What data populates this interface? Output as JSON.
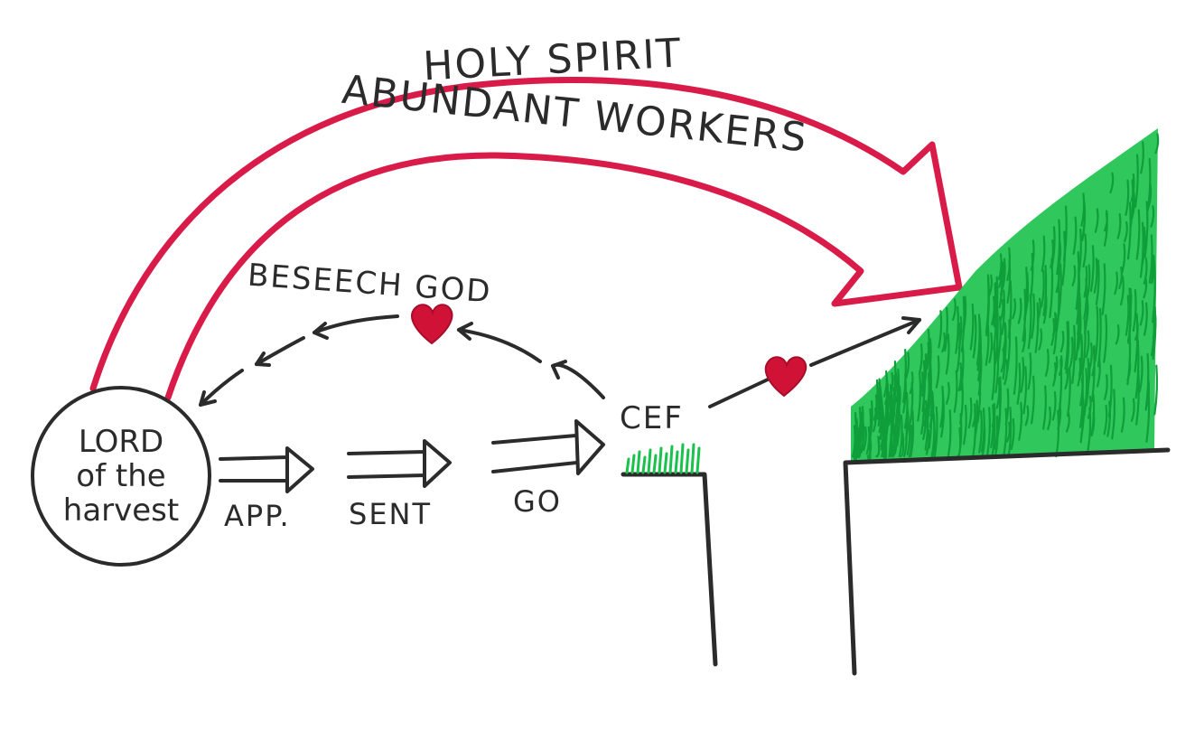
{
  "labels": {
    "holy_spirit": "HOLY SPIRIT",
    "abundant_workers": "ABUNDANT WORKERS",
    "beseech_god": "BESEECH GOD",
    "cef": "CEF",
    "lord_line1": "LORD",
    "lord_line2": "of the",
    "lord_line3": "harvest",
    "app": "APP.",
    "sent": "SENT",
    "go": "GO"
  },
  "colors": {
    "ink": "#2b2b2b",
    "arrow_red": "#d81b48",
    "heart_red": "#d01236",
    "grass_green": "#19c24a",
    "grass_dark": "#0f9e3a"
  },
  "icons": {
    "heart": "heart-icon",
    "grass": "grass-field"
  }
}
